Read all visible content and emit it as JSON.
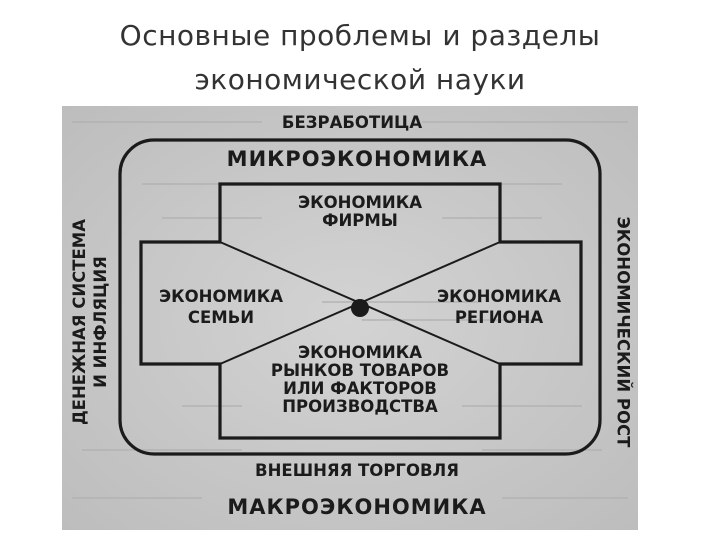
{
  "slide": {
    "title_line1": "Основные проблемы и разделы",
    "title_line2": "экономической науки"
  },
  "diagram": {
    "top_label": "БЕЗРАБОТИЦА",
    "micro_label": "МИКРОЭКОНОМИКА",
    "firm_line1": "ЭКОНОМИКА",
    "firm_line2": "ФИРМЫ",
    "family_line1": "ЭКОНОМИКА",
    "family_line2": "СЕМЬИ",
    "region_line1": "ЭКОНОМИКА",
    "region_line2": "РЕГИОНА",
    "markets_line1": "ЭКОНОМИКА",
    "markets_line2": "РЫНКОВ ТОВАРОВ",
    "markets_line3": "ИЛИ ФАКТОРОВ",
    "markets_line4": "ПРОИЗВОДСТВА",
    "left_line1": "ДЕНЕЖНАЯ СИСТЕМА",
    "left_line2": "И ИНФЛЯЦИЯ",
    "right_label": "ЭКОНОМИЧЕСКИЙ РОСТ",
    "foreign_trade_label": "ВНЕШНЯЯ ТОРГОВЛЯ",
    "macro_label": "МАКРОЭКОНОМИКА"
  },
  "colors": {
    "background": "#ffffff",
    "photo_paper": "#cbcbcb",
    "ink": "#1b1b1b",
    "title_text": "#333333"
  }
}
